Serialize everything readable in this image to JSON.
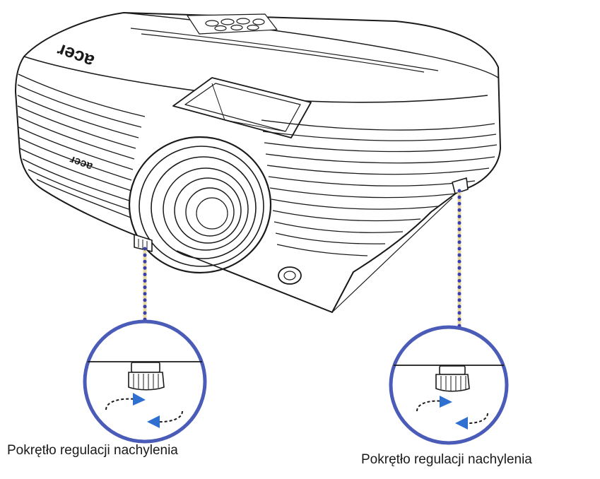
{
  "brand": {
    "top_logo": "acer",
    "front_logo": "acer"
  },
  "callouts": [
    {
      "label": "Pokrętło regulacji nachylenia"
    },
    {
      "label": "Pokrętło regulacji nachylenia"
    }
  ],
  "colors": {
    "line_art": "#1a1a1a",
    "magnifier_ring": "#4a5bb8",
    "leader_dot_blue": "#3b3fae",
    "leader_dot_tan": "#e8d9a0",
    "arrow_blue": "#2f6fd0"
  }
}
